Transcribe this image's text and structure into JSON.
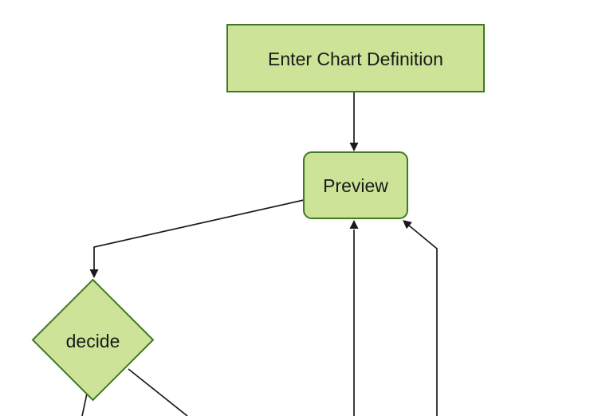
{
  "diagram": {
    "type": "flowchart",
    "orientation": "top-down",
    "background": "#ffffff",
    "colors": {
      "node_fill": "#cde498",
      "node_border": "#3e7a21",
      "edge_line": "#1a1a1a",
      "label_text": "#1a1a1a"
    },
    "nodes": [
      {
        "id": "enter-chart-definition",
        "label": "Enter Chart Definition",
        "shape": "rectangle"
      },
      {
        "id": "preview",
        "label": "Preview",
        "shape": "rounded-rectangle"
      },
      {
        "id": "decide",
        "label": "decide",
        "shape": "diamond"
      }
    ],
    "edges": [
      {
        "from": "enter-chart-definition",
        "to": "preview",
        "style": "arrow-down"
      },
      {
        "from": "preview",
        "to": "decide",
        "style": "arrow-down-left-elbow"
      },
      {
        "from": "offscreen-bottom",
        "to": "preview",
        "style": "arrow-up"
      },
      {
        "from": "offscreen-bottom",
        "to": "preview",
        "style": "arrow-up-left-elbow"
      },
      {
        "from": "decide",
        "to": "offscreen-bottom-left",
        "style": "line"
      },
      {
        "from": "decide",
        "to": "offscreen-bottom-right",
        "style": "line"
      }
    ]
  }
}
